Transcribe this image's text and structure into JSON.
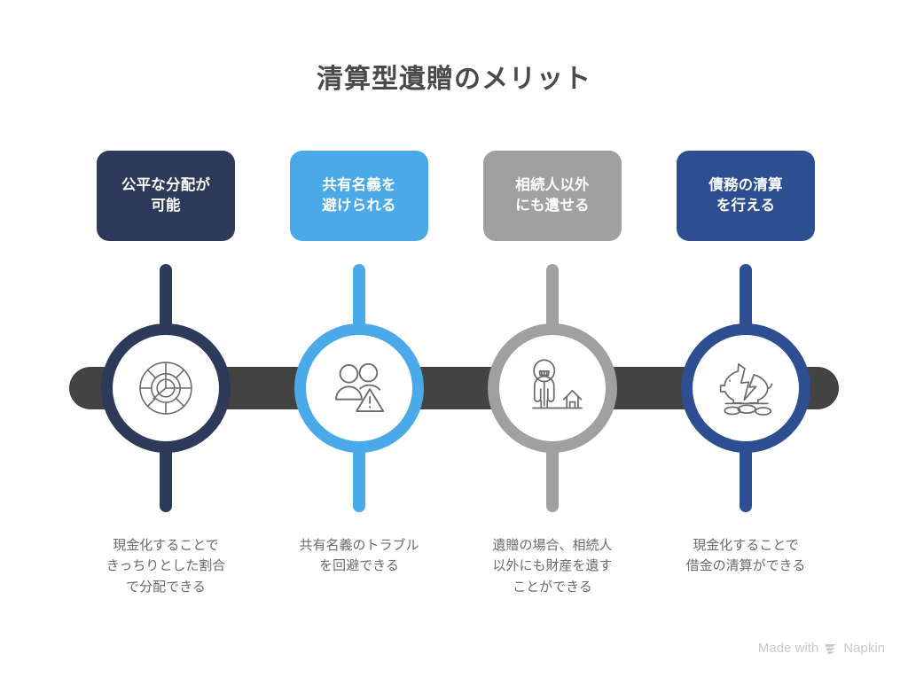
{
  "title": "清算型遺贈のメリット",
  "theme": {
    "background": "#ffffff",
    "rail": "#434343",
    "title_color": "#4a4a4a",
    "caption_color": "#6b6b6b",
    "icon_stroke": "#6b6b6b",
    "watermark_color": "#c9c9c9"
  },
  "watermark": {
    "prefix": "Made with",
    "brand": "Napkin",
    "logo_icon": "napkin-logo-icon"
  },
  "steps": [
    {
      "card_label": "公平な分配が\n可能",
      "caption": "現金化することで\nきっちりとした割合\nで分配できる",
      "color": "#2e3a59",
      "icon": "pie-chart-icon"
    },
    {
      "card_label": "共有名義を\n避けられる",
      "caption": "共有名義のトラブル\nを回避できる",
      "color": "#4aa9e8",
      "icon": "people-warning-icon"
    },
    {
      "card_label": "相続人以外\nにも遺せる",
      "caption": "遺贈の場合、相続人\n以外にも財産を遺す\nことができる",
      "color": "#a0a0a0",
      "icon": "person-house-icon"
    },
    {
      "card_label": "債務の清算\nを行える",
      "caption": "現金化することで\n借金の清算ができる",
      "color": "#2d4e91",
      "icon": "broken-piggy-bank-icon"
    }
  ]
}
